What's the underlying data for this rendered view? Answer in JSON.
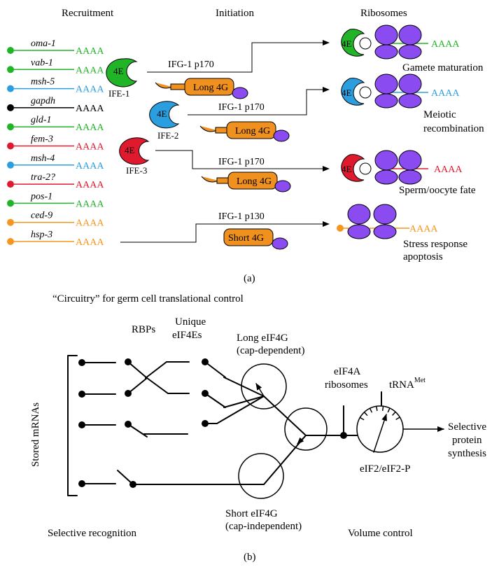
{
  "colors": {
    "green": "#22b427",
    "blue": "#2b9ee0",
    "black": "#000000",
    "red": "#e01a2e",
    "orange": "#f5961e",
    "purple": "#8a4cf0",
    "box_orange": "#f0901e"
  },
  "panel_a": {
    "headers": {
      "recruitment": "Recruitment",
      "initiation": "Initiation",
      "ribosomes": "Ribosomes"
    },
    "genes": [
      {
        "name": "oma-1",
        "tail": "AAAA",
        "color": "green"
      },
      {
        "name": "vab-1",
        "tail": "AAAA",
        "color": "green"
      },
      {
        "name": "msh-5",
        "tail": "AAAA",
        "color": "blue"
      },
      {
        "name": "gapdh",
        "tail": "AAAA",
        "color": "black"
      },
      {
        "name": "gld-1",
        "tail": "AAAA",
        "color": "green"
      },
      {
        "name": "fem-3",
        "tail": "AAAA",
        "color": "red"
      },
      {
        "name": "msh-4",
        "tail": "AAAA",
        "color": "blue"
      },
      {
        "name": "tra-2?",
        "tail": "AAAA",
        "color": "red"
      },
      {
        "name": "pos-1",
        "tail": "AAAA",
        "color": "green"
      },
      {
        "name": "ced-9",
        "tail": "AAAA",
        "color": "orange"
      },
      {
        "name": "hsp-3",
        "tail": "AAAA",
        "color": "orange"
      }
    ],
    "ife": [
      {
        "cap": "4E",
        "label": "IFE-1",
        "color": "green"
      },
      {
        "cap": "4E",
        "label": "IFE-2",
        "color": "blue"
      },
      {
        "cap": "4E",
        "label": "IFE-3",
        "color": "red"
      }
    ],
    "ifg": [
      {
        "label": "IFG-1 p170",
        "box": "Long 4G"
      },
      {
        "label": "IFG-1 p170",
        "box": "Long 4G"
      },
      {
        "label": "IFG-1 p170",
        "box": "Long 4G"
      },
      {
        "label": "IFG-1 p130",
        "box": "Short 4G"
      }
    ],
    "outcomes": [
      {
        "cap": "4E",
        "tail": "AAAA",
        "color": "green",
        "label": "Gamete maturation"
      },
      {
        "cap": "4E",
        "tail": "AAAA",
        "color": "blue",
        "label": "Meiotic",
        "label2": "recombination"
      },
      {
        "cap": "4E",
        "tail": "AAAA",
        "color": "red",
        "label": "Sperm/oocyte fate"
      },
      {
        "cap": "",
        "tail": "AAAA",
        "color": "orange",
        "label": "Stress response",
        "label2": "apoptosis"
      }
    ],
    "caption": "(a)"
  },
  "panel_b": {
    "title": "“Circuitry” for germ cell translational control",
    "rbps": "RBPs",
    "unique_1": "Unique",
    "unique_2": "eIF4Es",
    "long_1": "Long eIF4G",
    "long_2": "(cap-dependent)",
    "eif4a_1": "eIF4A",
    "eif4a_2": "ribosomes",
    "trna": "tRNA",
    "trna_sup": "Met",
    "stored": "Stored mRNAs",
    "selective_1": "Selective",
    "selective_2": "protein",
    "selective_3": "synthesis",
    "eif2": "eIF2/eIF2-P",
    "short_1": "Short eIF4G",
    "short_2": "(cap-independent)",
    "recognition": "Selective recognition",
    "volume": "Volume control",
    "caption": "(b)"
  }
}
